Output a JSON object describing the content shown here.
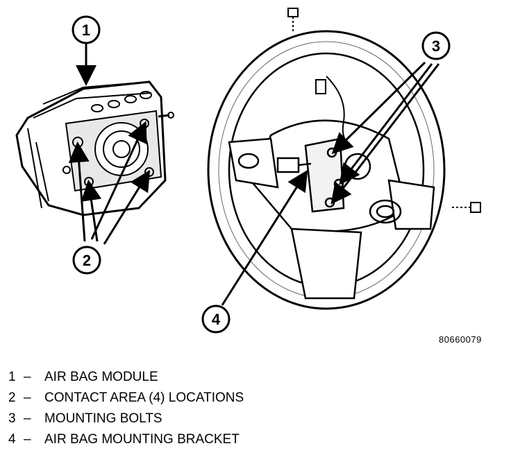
{
  "figure_code": "80660079",
  "callouts": [
    {
      "number": "1"
    },
    {
      "number": "2"
    },
    {
      "number": "3"
    },
    {
      "number": "4"
    }
  ],
  "legend": [
    {
      "number": "1",
      "separator": "–",
      "label": "AIR BAG MODULE"
    },
    {
      "number": "2",
      "separator": "–",
      "label": "CONTACT AREA (4) LOCATIONS"
    },
    {
      "number": "3",
      "separator": "–",
      "label": "MOUNTING BOLTS"
    },
    {
      "number": "4",
      "separator": "–",
      "label": "AIR BAG MOUNTING BRACKET"
    }
  ]
}
